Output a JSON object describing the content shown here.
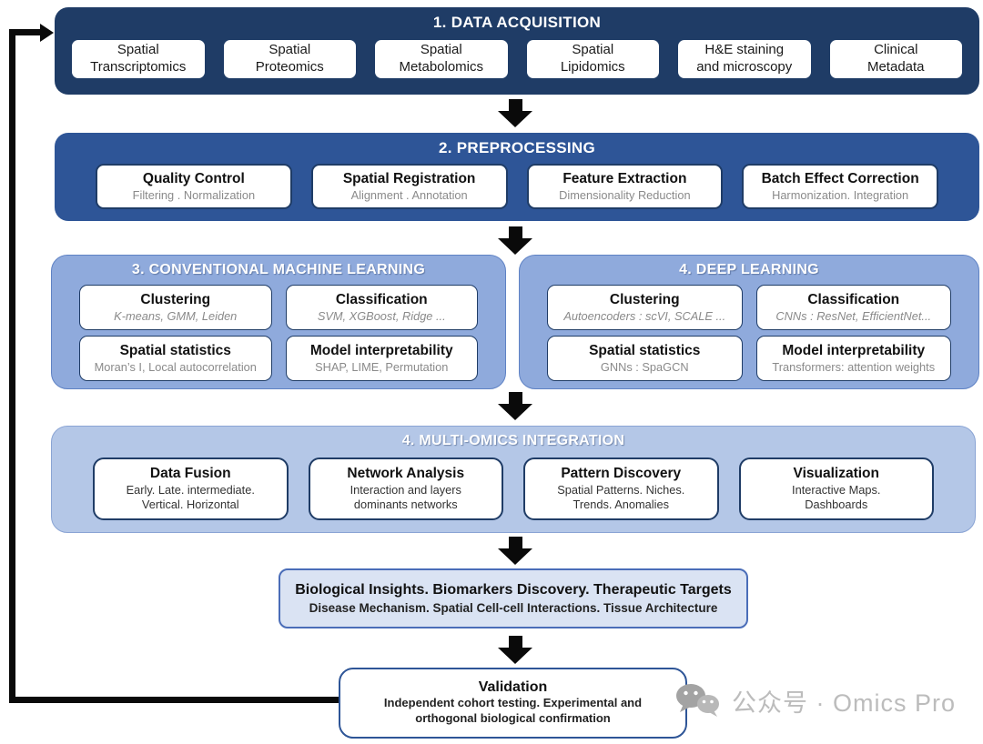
{
  "colors": {
    "section1_bg": "#1f3c66",
    "section2_bg": "#2e5597",
    "section34_bg": "#8faadc",
    "multiomics_bg": "#b4c7e7",
    "insights_bg": "#dae3f3",
    "insights_border": "#4a6db8",
    "validation_border": "#2e5597",
    "arrow_black": "#0a0a0a",
    "subtitle_gray": "#8a8a8a",
    "watermark_gray": "#bcbcbc"
  },
  "sections": {
    "acquisition": {
      "title": "1. DATA ACQUISITION",
      "items": [
        {
          "line1": "Spatial",
          "line2": "Transcriptomics"
        },
        {
          "line1": "Spatial",
          "line2": "Proteomics"
        },
        {
          "line1": "Spatial",
          "line2": "Metabolomics"
        },
        {
          "line1": "Spatial",
          "line2": "Lipidomics"
        },
        {
          "line1": "H&E staining",
          "line2": "and microscopy"
        },
        {
          "line1": "Clinical",
          "line2": "Metadata"
        }
      ]
    },
    "preprocessing": {
      "title": "2. PREPROCESSING",
      "items": [
        {
          "title": "Quality Control",
          "subtitle": "Filtering . Normalization"
        },
        {
          "title": "Spatial Registration",
          "subtitle": "Alignment . Annotation"
        },
        {
          "title": "Feature Extraction",
          "subtitle": "Dimensionality Reduction"
        },
        {
          "title": "Batch Effect Correction",
          "subtitle": "Harmonization. Integration"
        }
      ]
    },
    "conventional_ml": {
      "title": "3. CONVENTIONAL MACHINE LEARNING",
      "items": [
        {
          "title": "Clustering",
          "subtitle": "K-means, GMM, Leiden"
        },
        {
          "title": "Classification",
          "subtitle": "SVM, XGBoost, Ridge ..."
        },
        {
          "title": "Spatial statistics",
          "subtitle": "Moran’s I, Local autocorrelation"
        },
        {
          "title": "Model interpretability",
          "subtitle": "SHAP, LIME, Permutation"
        }
      ]
    },
    "deep_learning": {
      "title": "4. DEEP LEARNING",
      "items": [
        {
          "title": "Clustering",
          "subtitle": "Autoencoders : scVI, SCALE ..."
        },
        {
          "title": "Classification",
          "subtitle": "CNNs : ResNet, EfficientNet..."
        },
        {
          "title": "Spatial statistics",
          "subtitle": "GNNs : SpaGCN"
        },
        {
          "title": "Model interpretability",
          "subtitle": "Transformers: attention weights"
        }
      ]
    },
    "multiomics": {
      "title": "4. MULTI-OMICS INTEGRATION",
      "items": [
        {
          "title": "Data Fusion",
          "sub1": "Early. Late. intermediate.",
          "sub2": "Vertical. Horizontal"
        },
        {
          "title": "Network Analysis",
          "sub1": "Interaction and layers",
          "sub2": "dominants networks"
        },
        {
          "title": "Pattern Discovery",
          "sub1": "Spatial Patterns. Niches.",
          "sub2": "Trends. Anomalies"
        },
        {
          "title": "Visualization",
          "sub1": "Interactive Maps.",
          "sub2": "Dashboards"
        }
      ]
    },
    "insights": {
      "line1": "Biological Insights. Biomarkers Discovery. Therapeutic Targets",
      "line2": "Disease Mechanism. Spatial Cell-cell Interactions. Tissue Architecture"
    },
    "validation": {
      "title": "Validation",
      "line1": "Independent cohort testing. Experimental and",
      "line2": "orthogonal biological confirmation"
    }
  },
  "watermark": {
    "label": "公众号 · Omics Pro"
  }
}
